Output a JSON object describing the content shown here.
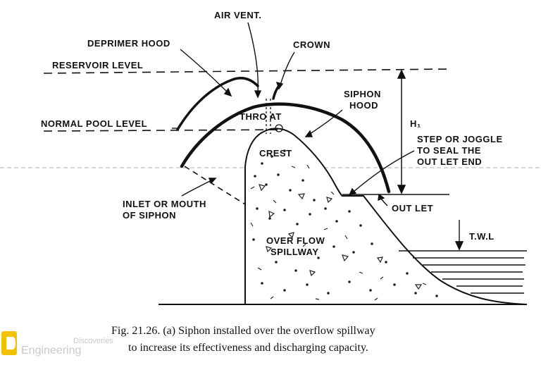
{
  "labels": {
    "air_vent": "AIR VENT.",
    "deprimer_hood": "DEPRIMER HOOD",
    "crown": "CROWN",
    "reservoir_level": "RESERVOIR LEVEL",
    "siphon_hood_1": "SIPHON",
    "siphon_hood_2": "HOOD",
    "normal_pool_level": "NORMAL POOL LEVEL",
    "throat": "THRO AT",
    "h1": "H₁",
    "step_1": "STEP OR JOGGLE",
    "step_2": "TO SEAL THE",
    "step_3": "OUT LET END",
    "crest": "CREST",
    "inlet_1": "INLET OR MOUTH",
    "inlet_2": "OF SIPHON",
    "outlet": "OUT LET",
    "twl": "T.W.L",
    "overflow_1": "OVER FLOW",
    "overflow_2": "SPILLWAY"
  },
  "caption": {
    "line1": "Fig. 21.26. (a) Siphon installed over the overflow spillway",
    "line2": "to increase its effectiveness and discharging capacity."
  },
  "watermark": {
    "line1": "Discoveries",
    "line2": "Engineering"
  },
  "colors": {
    "ink": "#111111",
    "logo_yellow": "#f2c200",
    "watermark_gray": "#c9c9c9"
  }
}
